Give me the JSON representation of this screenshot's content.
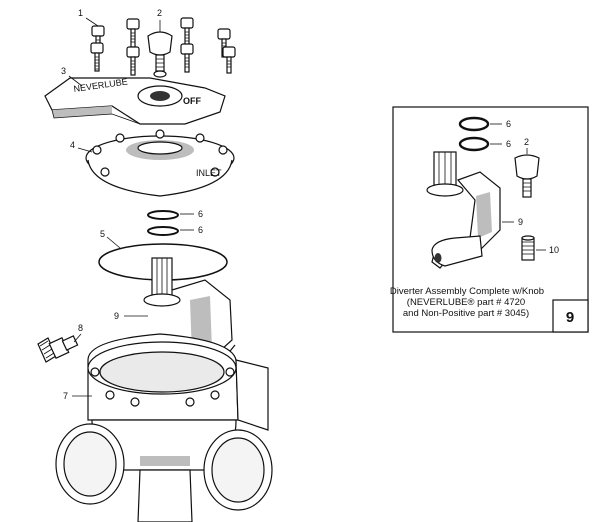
{
  "callouts": {
    "c1": "1",
    "c2": "2",
    "c3": "3",
    "c4": "4",
    "c5": "5",
    "c6a": "6",
    "c6b": "6",
    "c7": "7",
    "c8": "8",
    "c9": "9"
  },
  "part_markings": {
    "handle_text": "NEVERLUBE",
    "handle_off": "OFF",
    "lid_text": "INLET"
  },
  "inset": {
    "callouts": {
      "c6a": "6",
      "c6b": "6",
      "c2": "2",
      "c9": "9",
      "c10": "10"
    },
    "caption": {
      "line1": "Diverter Assembly Complete w/Knob",
      "line2": "(NEVERLUBE® part # 4720",
      "line3": "and Non-Positive part # 3045)"
    },
    "figure_number": "9"
  }
}
